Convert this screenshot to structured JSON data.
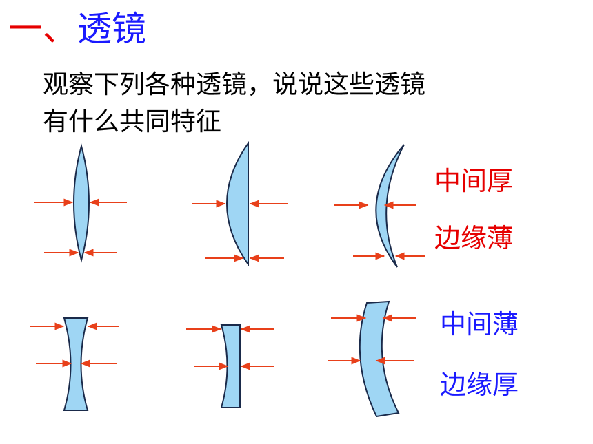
{
  "title": {
    "prefix": "一、",
    "text": "透镜"
  },
  "question": {
    "line1": "观察下列各种透镜，说说这些透镜",
    "line2": "有什么共同特征"
  },
  "convex_labels": {
    "line1": "中间厚",
    "line2": "边缘薄"
  },
  "concave_labels": {
    "line1": "中间薄",
    "line2": "边缘厚"
  },
  "colors": {
    "lens_fill": "#9fd6f4",
    "lens_stroke": "#1a2a4a",
    "arrow": "#e8401a",
    "red_text": "#e60000",
    "blue_text": "#1a1aff"
  }
}
